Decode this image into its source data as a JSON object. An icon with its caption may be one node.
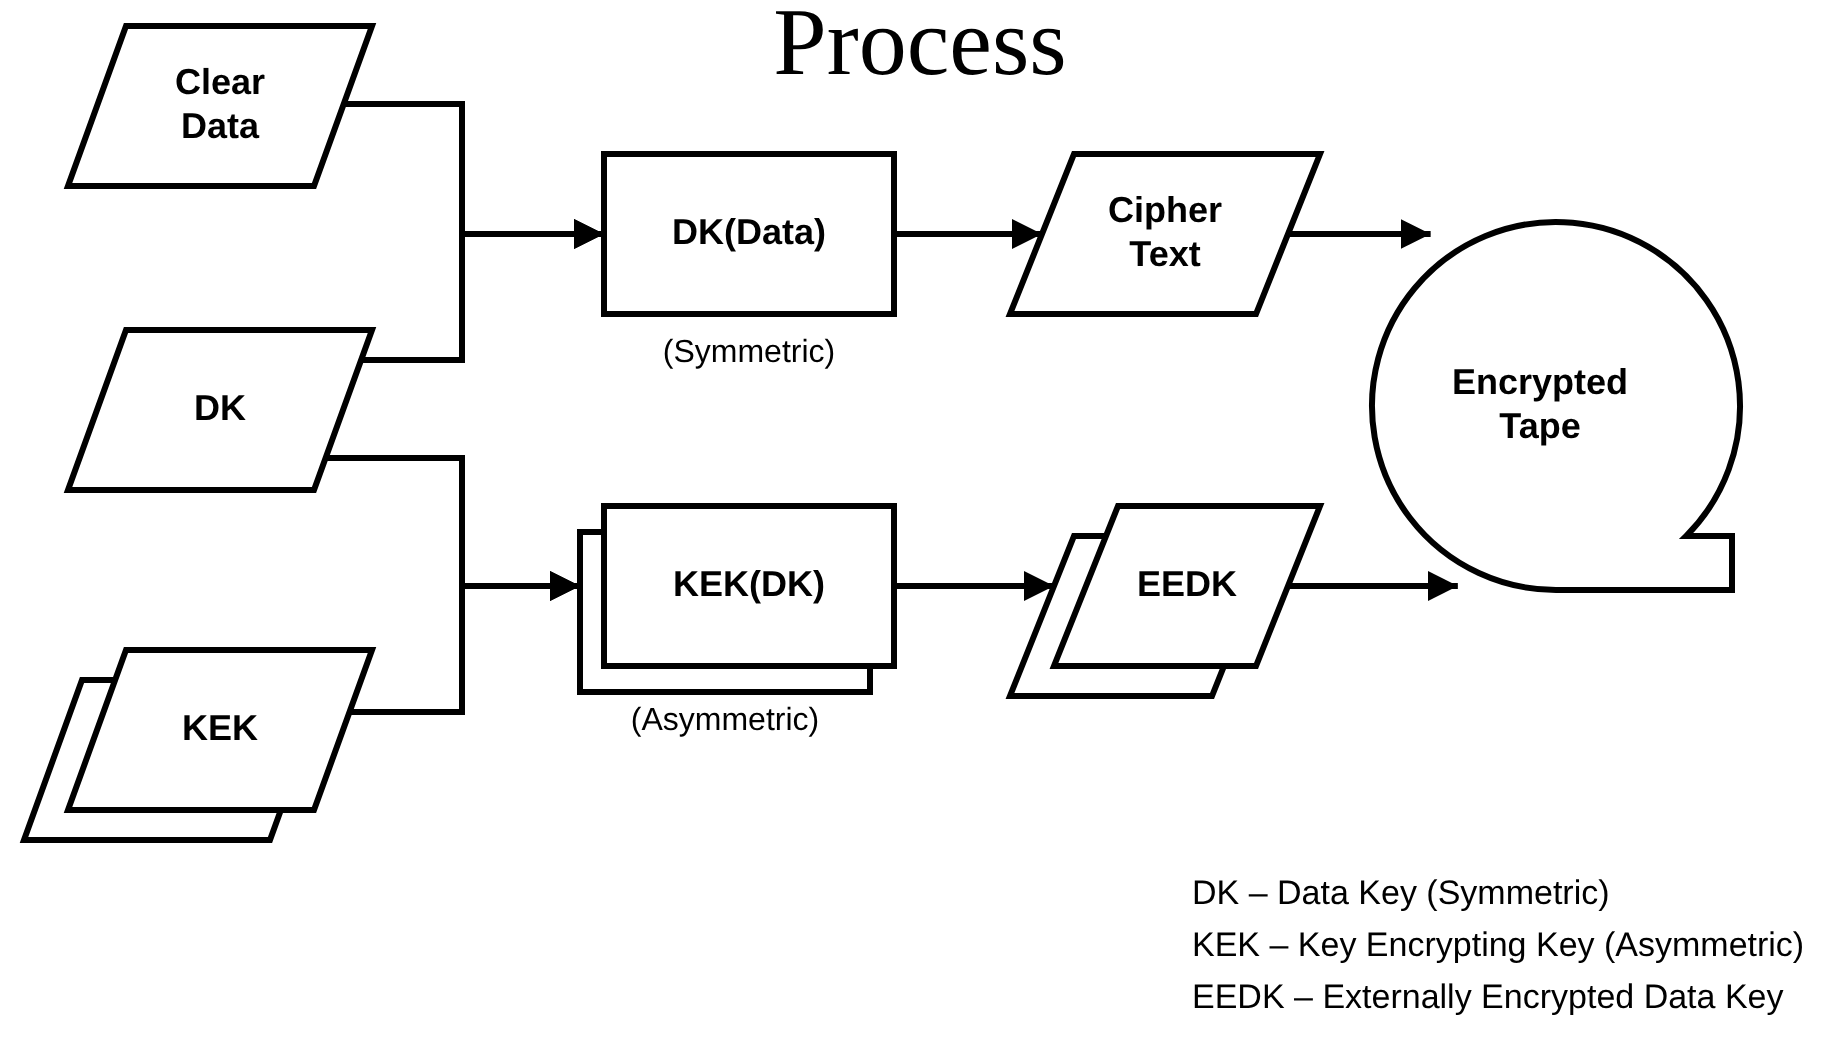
{
  "diagram": {
    "title": "Process",
    "nodes": [
      {
        "text": [
          "Clear Data"
        ]
      },
      {
        "text": [
          "DK"
        ]
      },
      {
        "text": [
          "KEK"
        ]
      },
      {
        "text": [
          "DK(Data)"
        ],
        "beside": [
          "(Symmetric)"
        ]
      },
      {
        "text": [
          "Cipher Text"
        ]
      },
      {
        "text": [
          "Encrypted Tape"
        ]
      },
      {
        "text": [
          "KEK(DK)"
        ],
        "beside": [
          "(Asymmetric)"
        ]
      },
      {
        "text": [
          "EEDK"
        ]
      }
    ],
    "edges": [
      {
        "from": 0,
        "to": 3,
        "arrow": "to"
      },
      {
        "from": 1,
        "to": 3,
        "arrow": "to"
      },
      {
        "from": 1,
        "to": 6,
        "arrow": "to"
      },
      {
        "from": 2,
        "to": 6,
        "arrow": "to"
      },
      {
        "from": 3,
        "to": 4,
        "arrow": "to"
      },
      {
        "from": 4,
        "to": 5,
        "arrow": "to"
      },
      {
        "from": 6,
        "to": 7,
        "arrow": "to"
      },
      {
        "from": 7,
        "to": 5,
        "arrow": "to"
      }
    ],
    "labels": [
      "DK – Data Key (Symmetric)",
      "KEK – Key Encrypting Key (Asymmetric)",
      "EEDK – Externally Encrypted Data Key"
    ]
  }
}
